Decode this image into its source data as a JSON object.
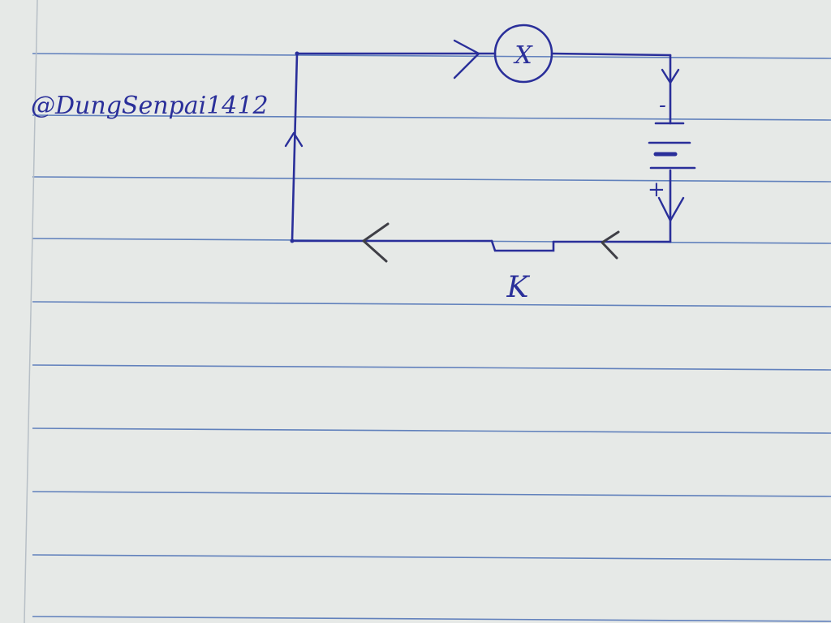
{
  "colors": {
    "paper": "#e6e9e7",
    "ruled_line": "#4a6fb5",
    "margin_line": "#b7bfc6",
    "ink": "#2a2f9a",
    "pencil": "#3f3f46"
  },
  "watermark": "@DungSenpai1412",
  "circuit": {
    "lamp_symbol": "X",
    "battery_plus": "+",
    "battery_minus": "-",
    "switch_label": "K"
  }
}
